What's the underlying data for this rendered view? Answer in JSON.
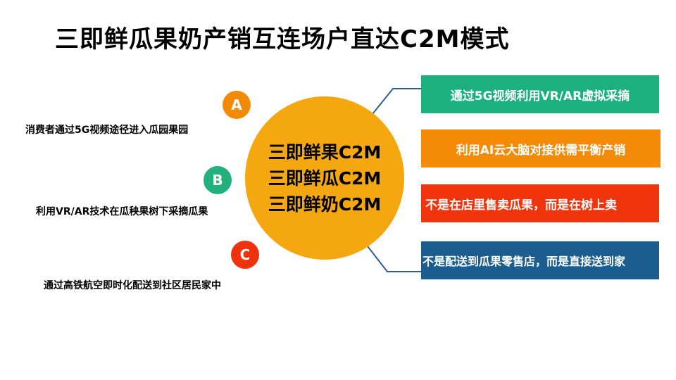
{
  "title": "三即鲜瓜果奶产销互连场户直达C2M模式",
  "center": {
    "lines": [
      "三即鲜果C2M",
      "三即鲜瓜C2M",
      "三即鲜奶C2M"
    ],
    "color": "#F5A70F"
  },
  "left_items": [
    {
      "badge": "A",
      "badge_color": "#F28A06",
      "text": "消费者通过5G视频途径进入瓜园果园"
    },
    {
      "badge": "B",
      "badge_color": "#22B07D",
      "text": "利用VR/AR技术在瓜秧果树下采摘瓜果"
    },
    {
      "badge": "C",
      "badge_color": "#F0320C",
      "text": "通过高铁航空即时化配送到社区居民家中"
    }
  ],
  "right_items": [
    {
      "text": "通过5G视频利用VR/AR虚拟采摘",
      "color": "#1DB07F"
    },
    {
      "text": "利用AI云大脑对接供需平衡产销",
      "color": "#F58A06"
    },
    {
      "text": "不是在店里售卖瓜果，而是在树上卖",
      "color": "#F0340C"
    },
    {
      "text": "不是配送到瓜果零售店，而是直接送到家",
      "color": "#1B5D8F"
    }
  ],
  "connector_color": "#2E5E8E"
}
